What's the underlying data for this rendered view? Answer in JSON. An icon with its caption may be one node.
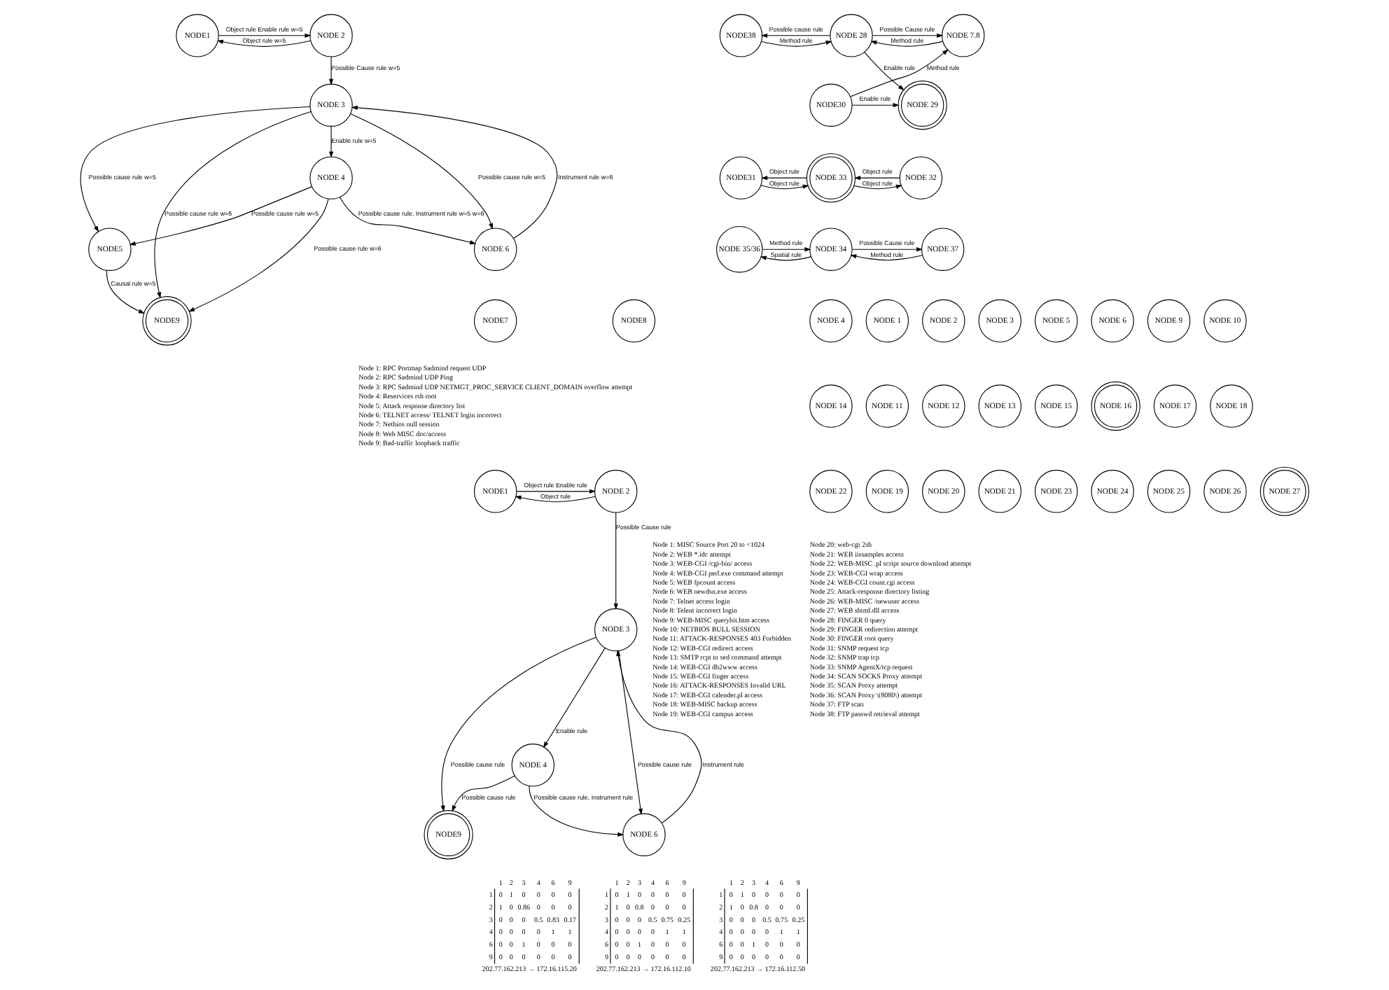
{
  "diagram": {
    "nodes": [
      {
        "text": [
          "NODE1"
        ]
      },
      {
        "text": [
          "NODE 2"
        ]
      },
      {
        "text": [
          "NODE 3"
        ]
      },
      {
        "text": [
          "NODE9"
        ]
      },
      {
        "text": [
          "NODE 4"
        ]
      },
      {
        "text": [
          "NODE5"
        ]
      },
      {
        "text": [
          "NODE 6"
        ]
      },
      {
        "text": [
          "NODE7"
        ]
      },
      {
        "text": [
          "NODE8"
        ]
      },
      {
        "text": [
          "NODE1"
        ]
      },
      {
        "text": [
          "NODE 2"
        ]
      },
      {
        "text": [
          "NODE 3"
        ]
      },
      {
        "text": [
          "NODE9"
        ]
      },
      {
        "text": [
          "NODE 4"
        ]
      },
      {
        "text": [
          "NODE 6"
        ]
      },
      {
        "text": [
          "NODE38"
        ]
      },
      {
        "text": [
          "NODE 28"
        ]
      },
      {
        "text": [
          "NODE 7.8"
        ]
      },
      {
        "text": [
          "NODE 29"
        ]
      },
      {
        "text": [
          "NODE30"
        ]
      },
      {
        "text": [
          "NODE31"
        ]
      },
      {
        "text": [
          "NODE 33"
        ]
      },
      {
        "text": [
          "NODE 32"
        ]
      },
      {
        "text": [
          "NODE 35/36"
        ]
      },
      {
        "text": [
          "NODE 34"
        ]
      },
      {
        "text": [
          "NODE 37"
        ]
      },
      {
        "text": [
          "NODE 1"
        ]
      },
      {
        "text": [
          "NODE 2"
        ]
      },
      {
        "text": [
          "NODE 3"
        ]
      },
      {
        "text": [
          "NODE 4"
        ]
      },
      {
        "text": [
          "NODE 5"
        ]
      },
      {
        "text": [
          "NODE 6"
        ]
      },
      {
        "text": [
          "NODE 9"
        ]
      },
      {
        "text": [
          "NODE 10"
        ]
      },
      {
        "text": [
          "NODE 11"
        ]
      },
      {
        "text": [
          "NODE 12"
        ]
      },
      {
        "text": [
          "NODE 13"
        ]
      },
      {
        "text": [
          "NODE 14"
        ]
      },
      {
        "text": [
          "NODE 15"
        ]
      },
      {
        "text": [
          "NODE 16"
        ]
      },
      {
        "text": [
          "NODE 17"
        ]
      },
      {
        "text": [
          "NODE 18"
        ]
      },
      {
        "text": [
          "NODE 19"
        ]
      },
      {
        "text": [
          "NODE 20"
        ]
      },
      {
        "text": [
          "NODE 21"
        ]
      },
      {
        "text": [
          "NODE 22"
        ]
      },
      {
        "text": [
          "NODE 23"
        ]
      },
      {
        "text": [
          "NODE 24"
        ]
      },
      {
        "text": [
          "NODE 25"
        ]
      },
      {
        "text": [
          "NODE 26"
        ]
      },
      {
        "text": [
          "NODE 27"
        ]
      }
    ],
    "edges": [
      {
        "from": 1,
        "to": 0,
        "arrow": "to",
        "label": "Object rule w=5"
      },
      {
        "from": 0,
        "to": 1,
        "arrow": "to",
        "label": "Object rule Enable rule w=5"
      },
      {
        "from": 1,
        "to": 2,
        "arrow": "to",
        "label": "Possible Cause rule w=5"
      },
      {
        "from": 2,
        "to": 4,
        "arrow": "to",
        "label": "Enable rule w=5"
      },
      {
        "from": 2,
        "to": 3,
        "arrow": "to",
        "label": "Possible cause rule w=6"
      },
      {
        "from": 2,
        "to": 5,
        "arrow": "to",
        "label": "Possible cause rule w=5"
      },
      {
        "from": 2,
        "to": 6,
        "arrow": "to",
        "label": "Possible cause rule w=5"
      },
      {
        "from": 6,
        "to": 2,
        "arrow": "to",
        "label": "Instrument rule w=6"
      },
      {
        "from": 4,
        "to": 3,
        "arrow": "to",
        "label": "Possible cause rule w=6"
      },
      {
        "from": 5,
        "to": 3,
        "arrow": "to",
        "label": "Causal rule w=5"
      },
      {
        "from": 4,
        "to": 5,
        "arrow": "to",
        "label": "Possible cause rule w=5"
      },
      {
        "from": 4,
        "to": 6,
        "arrow": "to",
        "label": "Possible cause rule, Instrument rule w=5 w=6"
      },
      {
        "from": 10,
        "to": 9,
        "arrow": "to",
        "label": "Object rule"
      },
      {
        "from": 9,
        "to": 10,
        "arrow": "to",
        "label": "Object rule Enable rule"
      },
      {
        "from": 10,
        "to": 11,
        "arrow": "to",
        "label": "Possible Cause rule"
      },
      {
        "from": 11,
        "to": 13,
        "arrow": "to",
        "label": "Enable rule"
      },
      {
        "from": 11,
        "to": 12,
        "arrow": "to",
        "label": "Possible cause rule"
      },
      {
        "from": 11,
        "to": 14,
        "arrow": "to",
        "label": "Possible cause rule"
      },
      {
        "from": 14,
        "to": 11,
        "arrow": "to",
        "label": "Instrument rule"
      },
      {
        "from": 13,
        "to": 12,
        "arrow": "to",
        "label": "Possible cause rule"
      },
      {
        "from": 13,
        "to": 14,
        "arrow": "to",
        "label": "Possible cause rule, Instrument rule"
      },
      {
        "from": 16,
        "to": 15,
        "arrow": "to",
        "label": "Possible cause rule"
      },
      {
        "from": 15,
        "to": 16,
        "arrow": "to",
        "label": "Method rule"
      },
      {
        "from": 16,
        "to": 17,
        "arrow": "to",
        "label": "Possible Cause rule"
      },
      {
        "from": 17,
        "to": 16,
        "arrow": "to",
        "label": "Method rule"
      },
      {
        "from": 16,
        "to": 18,
        "arrow": "to",
        "label": "Enable rule"
      },
      {
        "from": 19,
        "to": 17,
        "arrow": "to",
        "label": "Method rule"
      },
      {
        "from": 19,
        "to": 18,
        "arrow": "to",
        "label": "Enable rule"
      },
      {
        "from": 21,
        "to": 20,
        "arrow": "to",
        "label": "Object rule"
      },
      {
        "from": 20,
        "to": 21,
        "arrow": "to",
        "label": "Object rule"
      },
      {
        "from": 22,
        "to": 21,
        "arrow": "to",
        "label": "Object rule"
      },
      {
        "from": 21,
        "to": 22,
        "arrow": "to",
        "label": "Object rule"
      },
      {
        "from": 24,
        "to": 23,
        "arrow": "to",
        "label": "Spatial rule"
      },
      {
        "from": 23,
        "to": 24,
        "arrow": "to",
        "label": "Method rule"
      },
      {
        "from": 24,
        "to": 25,
        "arrow": "to",
        "label": "Possible Cause rule"
      },
      {
        "from": 25,
        "to": 24,
        "arrow": "to",
        "label": "Method rule"
      }
    ],
    "labels": [
      "Node 1: RPC Portmap Sadmind request UDP",
      "Node 2: RPC Sadmind UDP Ping",
      "Node 3: RPC Sadmind UDP NETMGT_PROC_SERVICE CLIENT_DOMAIN overflow attempt",
      "Node 4: Reservices rsh root",
      "Node 5: Attack response directory list",
      "Node 6: TELNET access/ TELNET login incorrect",
      "Node 7: Nethios null session",
      "Node 8: Web MISC doc/access",
      "Node 9: Bad-traffic loopback traffic",
      "1",
      "2",
      "3",
      "4",
      "6",
      "9",
      "1",
      "0",
      "1",
      "0",
      "0",
      "0",
      "0",
      "2",
      "1",
      "0",
      "0.86",
      "0",
      "0",
      "0",
      "3",
      "0",
      "0",
      "0",
      "0.5",
      "0.83",
      "0.17",
      "4",
      "0",
      "0",
      "0",
      "0",
      "1",
      "1",
      "6",
      "0",
      "0",
      "1",
      "0",
      "0",
      "0",
      "9",
      "0",
      "0",
      "0",
      "0",
      "0",
      "0",
      "202.77.162.213 → 172.16.115.20",
      "1",
      "2",
      "3",
      "4",
      "6",
      "9",
      "1",
      "0",
      "1",
      "0",
      "0",
      "0",
      "0",
      "2",
      "1",
      "0",
      "0.8",
      "0",
      "0",
      "0",
      "3",
      "0",
      "0",
      "0",
      "0.5",
      "0.75",
      "0.25",
      "4",
      "0",
      "0",
      "0",
      "0",
      "1",
      "1",
      "6",
      "0",
      "0",
      "1",
      "0",
      "0",
      "0",
      "9",
      "0",
      "0",
      "0",
      "0",
      "0",
      "0",
      "202.77.162.213 → 172.16.112.10",
      "1",
      "2",
      "3",
      "4",
      "6",
      "9",
      "1",
      "0",
      "1",
      "0",
      "0",
      "0",
      "0",
      "2",
      "1",
      "0",
      "0.8",
      "0",
      "0",
      "0",
      "3",
      "0",
      "0",
      "0",
      "0.5",
      "0.75",
      "0.25",
      "4",
      "0",
      "0",
      "0",
      "0",
      "1",
      "1",
      "6",
      "0",
      "0",
      "1",
      "0",
      "0",
      "0",
      "9",
      "0",
      "0",
      "0",
      "0",
      "0",
      "0",
      "202.77.162.213 → 172.16.112.50",
      "Node 1: MISC Source Port 20 to <1024",
      "Node 2: WEB *.idc attempt",
      "Node 3: WEB-CGI /cgi-bin/ access",
      "Node 4: WEB-CGI perl.exe command attempt",
      "Node 5: WEB fpcount access",
      "Node 6: WEB newdsn.exe access",
      "Node 7: Telnet access login",
      "Node 8: Telent incorrect login",
      "Node 9: WEB-MISC queryhit.htm access",
      "Node 10: NETBIOS BULL SESSION",
      "Node 11: ATTACK-RESPONSES 403 Forbidden",
      "Node 12: WEB-CGI redirect access",
      "Node 13: SMTP rcpt to sed command attempt",
      "Node 14: WEB-CGI db2www access",
      "Node 15: WEB-CGI finger access",
      "Node 16: ATTACK-RESPONSES Invalid URL",
      "Node 17: WEB-CGI calender.pl access",
      "Node 18: WEB-MISC backup access",
      "Node 19: WEB-CGI campus access",
      "Node 20: web-cgi 2sh",
      "Node 21: WEB iissamples access",
      "Node 22: WEB-MISC .pl script source download attempt",
      "Node 23: WEB-CGI wrap access",
      "Node 24: WEB-CGI count.cgi access",
      "Node 25: Attack-response directory listing",
      "Node 26: WEB-MISC /newuser access",
      "Node 27: WEB shtml.dll access",
      "Node 28: FINGER 0 query",
      "Node 29: FINGER redirection attempt",
      "Node 30: FINGER root query",
      "Node 31: SNMP request tcp",
      "Node 32: SNMP trap tcp",
      "Node 33: SNMP AgentX/tcp request",
      "Node 34: SCAN SOCKS Proxy attempt",
      "Node 35: SCAN Proxy attempt",
      "Node 36: SCAN Proxy \\(8080\\) attempt",
      "Node 37: FTP scan",
      "Node 38: FTP passwd retrieval attempt"
    ]
  }
}
